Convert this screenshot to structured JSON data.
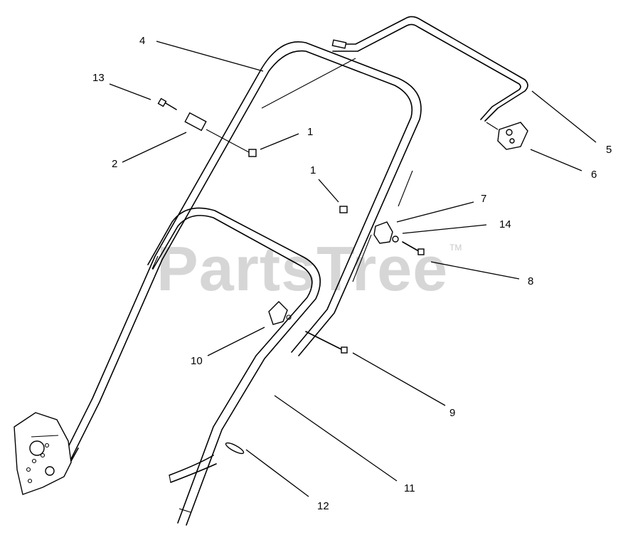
{
  "watermark": {
    "text": "PartsTree",
    "trademark": "TM"
  },
  "callouts": [
    "1",
    "1",
    "2",
    "4",
    "5",
    "6",
    "7",
    "8",
    "9",
    "10",
    "11",
    "12",
    "13",
    "14"
  ]
}
